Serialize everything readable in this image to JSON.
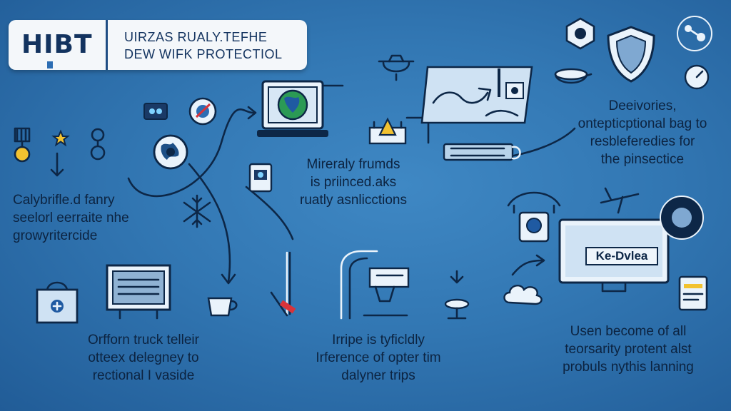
{
  "banner": {
    "logo": "HIBT",
    "title_line1": "UIRZAS RUALY.TEFHE",
    "title_line2": "DEW WIFK PROTECTIOL"
  },
  "captions": {
    "left_middle": [
      "Calybrifle.d fanry",
      "seelorl eerraite nhe",
      "growyritercide"
    ],
    "center_top": [
      "Mireraly frumds",
      "is priinced.aks",
      "ruatly asnlicctions"
    ],
    "right_top": [
      "Deeivories,",
      "ontepticptional bag to",
      "resbleferedies for",
      "the pinsectice"
    ],
    "left_bottom": [
      "Orfforn truck telleir",
      "otteex delegney to",
      "rectional I vaside"
    ],
    "center_bottom": [
      "Irripe is tyficldly",
      "Irference of opter tim",
      "dalyner trips"
    ],
    "right_bottom": [
      "Usen become of all",
      "teorsarity protent alst",
      "probuls nythis lanning"
    ]
  },
  "tv_label": "Ke-Dvlea",
  "icons": [
    "medal-icon",
    "star-icon",
    "ring-icon",
    "photo-icon",
    "globe-emblem-icon",
    "globe-icon",
    "laptop-globe-icon",
    "kettle-icon",
    "handshake-screen-icon",
    "bowl-icon",
    "shield-icon",
    "network-icon",
    "badge-icon",
    "money-icon",
    "warning-sign-icon",
    "dryer-icon",
    "gauge-icon",
    "tripod-icon",
    "shopping-bag-icon",
    "billboard-icon",
    "snowflake-icon",
    "cup-icon",
    "bin-icon",
    "barrier-icon",
    "lamp-icon",
    "dome-icon",
    "plane-icon",
    "monitor-icon",
    "cloud-icon",
    "document-icon"
  ],
  "colors": {
    "background": "#3277b3",
    "ink": "#0d2747",
    "banner_bg": "#f4f7fa",
    "accent_red": "#d8333a",
    "accent_yellow": "#f2c230"
  }
}
